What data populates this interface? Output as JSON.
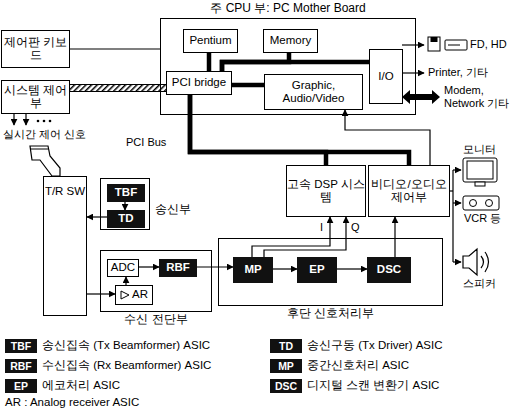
{
  "diagram": {
    "nodes": [
      {
        "text": [
          "주 CPU 부: PC Mother Board"
        ]
      },
      {
        "text": [
          "Pentium"
        ],
        "in": 0
      },
      {
        "text": [
          "Memory"
        ],
        "in": 0
      },
      {
        "text": [
          "I/O"
        ],
        "in": 0
      },
      {
        "text": [
          "PCI bridge"
        ],
        "in": 0
      },
      {
        "text": [
          "Graphic, Audio/Video"
        ],
        "in": 0
      },
      {
        "text": [
          "제어판 키보드"
        ]
      },
      {
        "text": [
          "시스템 제어부"
        ]
      },
      {
        "text": [
          "고속 DSP 시스템"
        ]
      },
      {
        "text": [
          "비디오/오디오 제어부"
        ]
      },
      {
        "text": [
          "T/R SW"
        ]
      },
      {
        "text": [
          "송신부"
        ]
      },
      {
        "text": [
          "TBF"
        ],
        "in": 11
      },
      {
        "text": [
          "TD"
        ],
        "in": 11
      },
      {
        "text": [
          "수신 전단부"
        ]
      },
      {
        "text": [
          "ADC"
        ],
        "in": 14
      },
      {
        "text": [
          "RBF"
        ],
        "in": 14
      },
      {
        "text": [
          "AR"
        ],
        "in": 14
      },
      {
        "text": [
          "후단 신호처리부"
        ]
      },
      {
        "text": [
          "MP"
        ],
        "in": 18
      },
      {
        "text": [
          "EP"
        ],
        "in": 18
      },
      {
        "text": [
          "DSC"
        ],
        "in": 18
      }
    ],
    "edges": [
      {
        "from": 6,
        "to": 0,
        "arrow": "none"
      },
      {
        "from": 7,
        "to": 4,
        "arrow": "none"
      },
      {
        "from": 1,
        "to": 4,
        "arrow": "none"
      },
      {
        "from": 2,
        "to": 4,
        "arrow": "none"
      },
      {
        "from": 4,
        "to": 3,
        "arrow": "none"
      },
      {
        "from": 4,
        "to": 5,
        "arrow": "none"
      },
      {
        "from": 4,
        "to": 8,
        "arrow": "none"
      },
      {
        "from": 4,
        "to": 9,
        "arrow": "none"
      },
      {
        "from": 9,
        "to": 5,
        "arrow": "to"
      },
      {
        "from": 19,
        "to": 8,
        "label": "I",
        "arrow": "to"
      },
      {
        "from": 19,
        "to": 8,
        "label": "Q",
        "arrow": "to"
      },
      {
        "from": 21,
        "to": 9,
        "arrow": "to"
      },
      {
        "from": 19,
        "to": 20,
        "arrow": "to"
      },
      {
        "from": 20,
        "to": 21,
        "arrow": "to"
      },
      {
        "from": 16,
        "to": 19,
        "arrow": "to"
      },
      {
        "from": 15,
        "to": 16,
        "arrow": "to"
      },
      {
        "from": 17,
        "to": 15,
        "arrow": "to"
      },
      {
        "from": 12,
        "to": 13,
        "arrow": "to"
      },
      {
        "from": 13,
        "to": 10,
        "arrow": "to"
      },
      {
        "from": 10,
        "to": 17,
        "arrow": "to"
      }
    ],
    "labels": [
      "FD, HD",
      "Printer, 기타",
      "Modem, Network 기타",
      "실시간 제어 신호",
      "PCI Bus",
      "모니터",
      "VCR 등",
      "스피커",
      "TBF",
      "TD",
      "RBF",
      "MP",
      "EP",
      "DSC",
      "AR : Analog receiver ASIC"
    ],
    "legend": [
      {
        "text": "송신집속 (Tx Beamformer) ASIC",
        "color": "#111111"
      },
      {
        "text": "송신구동 (Tx Driver) ASIC",
        "color": "#111111"
      },
      {
        "text": "수신집속 (Rx Beamformer) ASIC",
        "color": "#111111"
      },
      {
        "text": "중간신호처리 ASIC",
        "color": "#111111"
      },
      {
        "text": "에코처리 ASIC",
        "color": "#111111"
      },
      {
        "text": "디지털 스캔 변환기 ASIC",
        "color": "#111111"
      }
    ]
  }
}
